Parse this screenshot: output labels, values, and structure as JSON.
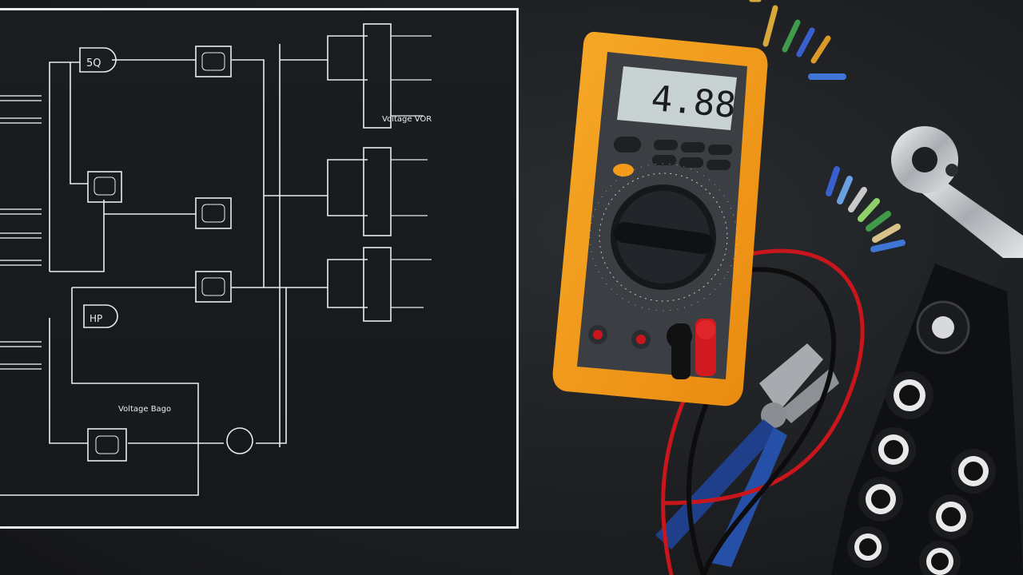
{
  "schematic": {
    "label_top": "Voltage VOR",
    "label_bottom": "Voltage Bago",
    "chip_1": "5Q",
    "chip_2": "HP"
  },
  "multimeter": {
    "display_value": "4.88"
  },
  "colors": {
    "background": "#1d1f22",
    "schematic_line": "#e9ecee",
    "multimeter_body": "#f39a1a",
    "lcd": "#c9d2d2",
    "probe_red": "#d11a1f",
    "probe_black": "#111111",
    "plier_handle": "#1f3f8a"
  },
  "icons": [
    "schematic-diagram",
    "multimeter",
    "test-leads",
    "pliers",
    "ratchet-wrench",
    "screwdriver-bits",
    "socket-set"
  ]
}
